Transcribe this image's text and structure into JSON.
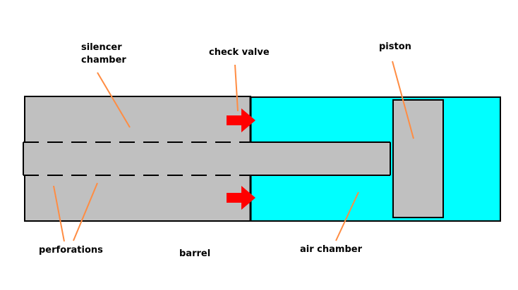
{
  "labels": {
    "silencer_chamber_line1": "silencer",
    "silencer_chamber_line2": "chamber",
    "check_valve": "check valve",
    "piston": "piston",
    "perforations": "perforations",
    "barrel": "barrel",
    "air_chamber": "air chamber"
  },
  "colors": {
    "background": "#ffffff",
    "silencer_fill": "#c0c0c0",
    "air_chamber_fill": "#00ffff",
    "barrel_fill": "#c0c0c0",
    "piston_fill": "#c0c0c0",
    "outline": "#000000",
    "leader_line": "#ff8c42",
    "arrow": "#ff0000"
  }
}
